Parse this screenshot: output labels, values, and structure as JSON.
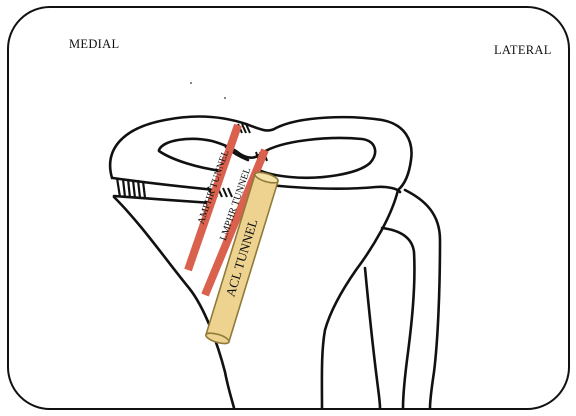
{
  "labels": {
    "medial": "MEDIAL",
    "lateral": "LATERAL"
  },
  "tunnels": {
    "amphr_label": "AMPHR TUNNEL",
    "lmphr_label": "LMPHR TUNNEL",
    "acl_label": "ACL TUNNEL"
  },
  "colors": {
    "tunnel_red": "#d9614d",
    "acl_fill": "#edd38f",
    "acl_stroke": "#8f7a3a",
    "ink": "#111111"
  }
}
